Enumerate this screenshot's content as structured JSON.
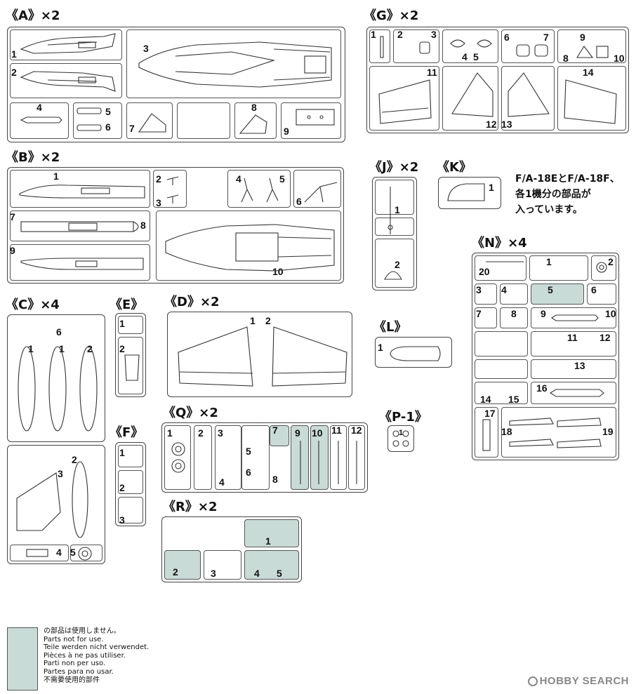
{
  "sprues": {
    "A": {
      "title": "《A》×2",
      "parts": [
        "1",
        "2",
        "3",
        "4",
        "5",
        "6",
        "7",
        "8",
        "9"
      ]
    },
    "G": {
      "title": "《G》×2",
      "parts": [
        "1",
        "2",
        "3",
        "4",
        "5",
        "6",
        "7",
        "8",
        "9",
        "10",
        "11",
        "12",
        "13",
        "14"
      ]
    },
    "B": {
      "title": "《B》×2",
      "parts": [
        "1",
        "2",
        "3",
        "4",
        "5",
        "6",
        "7",
        "8",
        "9",
        "10"
      ]
    },
    "J": {
      "title": "《J》×2",
      "parts": [
        "1",
        "2"
      ]
    },
    "K": {
      "title": "《K》",
      "parts": [
        "1"
      ]
    },
    "C": {
      "title": "《C》×4",
      "parts": [
        "6",
        "1",
        "1",
        "2",
        "3",
        "2",
        "4",
        "5"
      ]
    },
    "E": {
      "title": "《E》",
      "parts": [
        "1",
        "2"
      ]
    },
    "D": {
      "title": "《D》×2",
      "parts": [
        "1",
        "2"
      ]
    },
    "L": {
      "title": "《L》",
      "parts": [
        "1"
      ]
    },
    "N": {
      "title": "《N》×4",
      "parts": [
        "20",
        "1",
        "2",
        "3",
        "4",
        "5",
        "6",
        "7",
        "8",
        "9",
        "10",
        "11",
        "12",
        "13",
        "14",
        "15",
        "16",
        "17",
        "18",
        "19"
      ]
    },
    "F": {
      "title": "《F》",
      "parts": [
        "1",
        "2",
        "3"
      ]
    },
    "Q": {
      "title": "《Q》×2",
      "parts": [
        "1",
        "2",
        "3",
        "4",
        "5",
        "6",
        "7",
        "8",
        "9",
        "10",
        "11",
        "12"
      ]
    },
    "P": {
      "title": "《P-1》",
      "parts": [
        "1"
      ]
    },
    "R": {
      "title": "《R》×2",
      "parts": [
        "1",
        "2",
        "3",
        "4",
        "5"
      ]
    }
  },
  "note": "F/A-18EとF/A-18F、\n各1機分の部品が\n入っています。",
  "legend": {
    "swatch_color": "#c9dbd7",
    "lines": [
      "の部品は使用しません。",
      "Parts not for use.",
      "Teile werden nicht verwendet.",
      "Pièces à ne pas utiliser.",
      "Parti non per uso.",
      "Partes para no usar.",
      "不需要使用的部件"
    ]
  },
  "watermark": "HOBBY SEARCH"
}
